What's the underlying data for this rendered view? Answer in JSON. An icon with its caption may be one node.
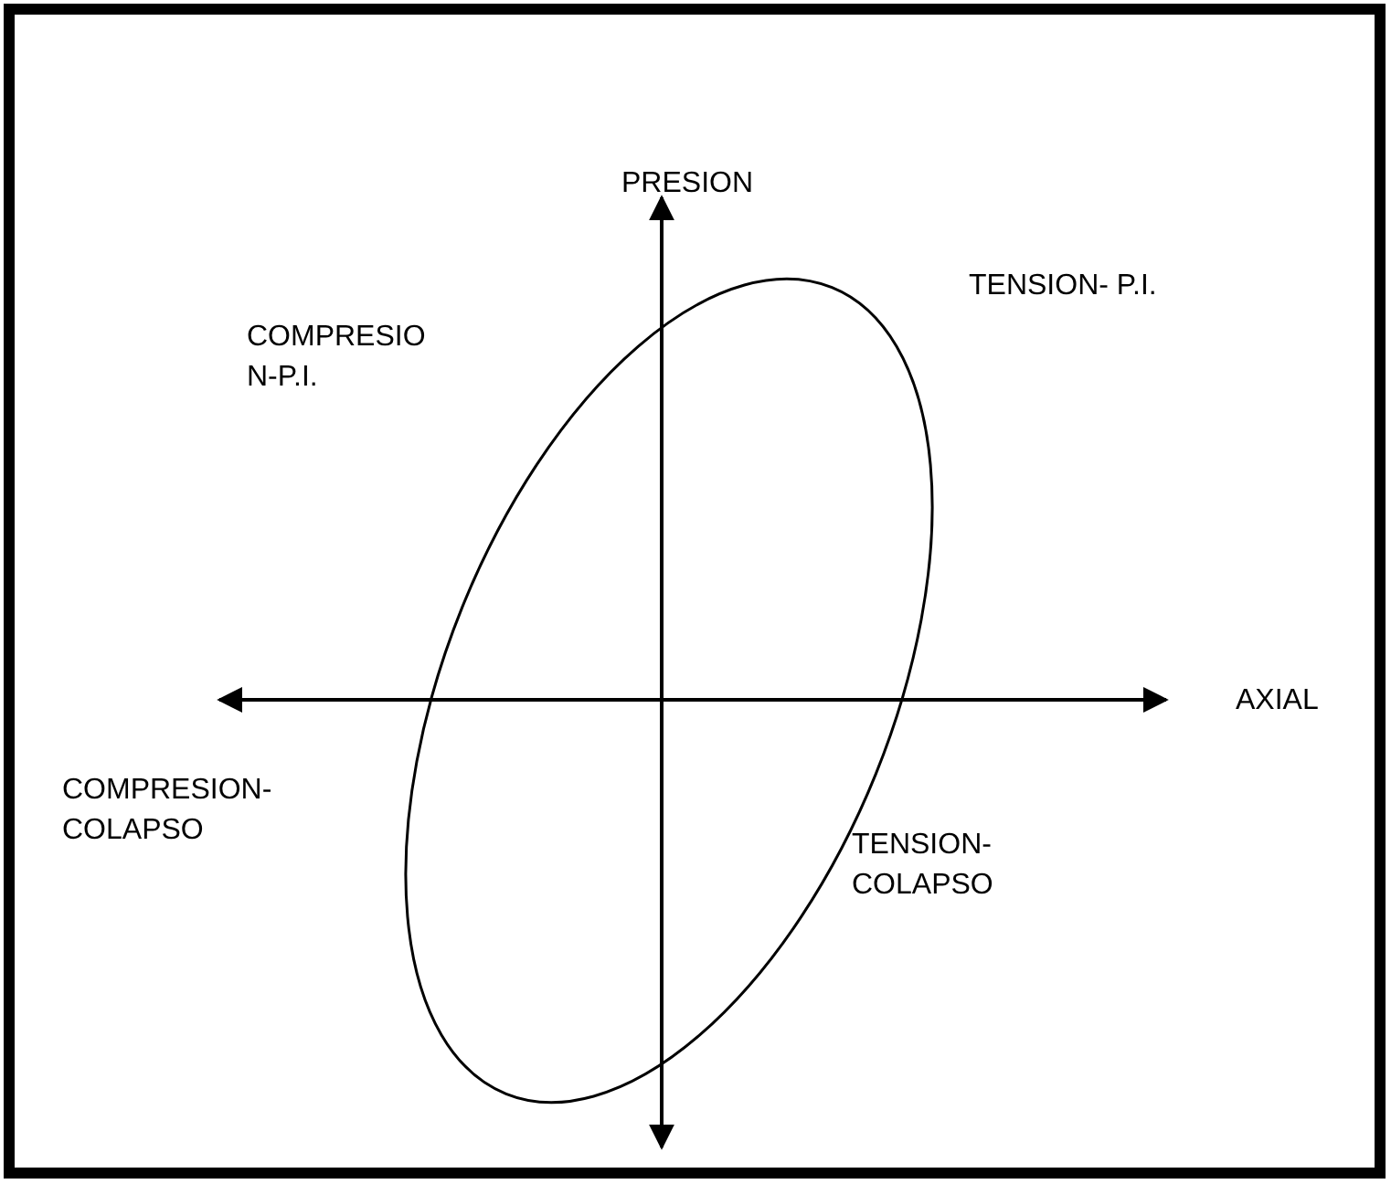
{
  "diagram": {
    "labels": [
      "PRESION",
      "TENSION- P.I.",
      "COMPRESIO N-P.I.",
      "AXIAL",
      "COMPRESION- COLAPSO",
      "TENSION- COLAPSO"
    ]
  }
}
